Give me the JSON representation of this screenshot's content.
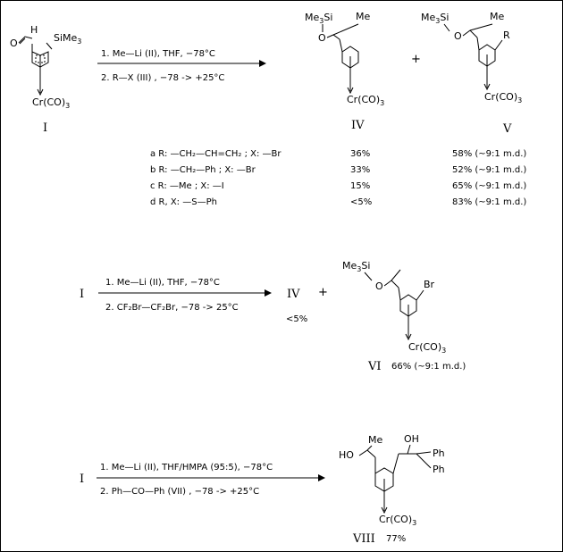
{
  "scheme1": {
    "start": {
      "roman": "I",
      "aldehyde_h": "H",
      "aldehyde_o": "O",
      "silyl": "SiMe",
      "silyl_sub": "3",
      "cr": "Cr(CO)",
      "cr_sub": "3"
    },
    "step1": "1. Me—Li  (II), THF,  −78°C",
    "step2": "2. R—X  (III) , −78 -> +25°C",
    "product_iv": {
      "roman": "IV",
      "silyl": "Me",
      "silyl_sub": "3",
      "silyl_si": "Si",
      "o": "O",
      "me": "Me",
      "cr": "Cr(CO)",
      "cr_sub": "3"
    },
    "plus": "+",
    "product_v": {
      "roman": "V",
      "silyl": "Me",
      "silyl_sub": "3",
      "silyl_si": "Si",
      "o": "O",
      "me": "Me",
      "r": "R",
      "cr": "Cr(CO)",
      "cr_sub": "3"
    },
    "rows": [
      {
        "label": "a R: —CH₂—CH=CH₂ ; X: —Br",
        "iv": "36%",
        "v": "58% (~9:1 m.d.)"
      },
      {
        "label": "b R: —CH₂—Ph ; X: —Br",
        "iv": "33%",
        "v": "52% (~9:1 m.d.)"
      },
      {
        "label": "c R: —Me ; X: —I",
        "iv": "15%",
        "v": "65% (~9:1 m.d.)"
      },
      {
        "label": "d R, X: —S—Ph",
        "iv": "<5%",
        "v": "83% (~9:1 m.d.)"
      }
    ]
  },
  "scheme2": {
    "start": "I",
    "step1": "1. Me—Li  (II), THF,  −78°C",
    "step2": "2. CF₂Br—CF₂Br,  −78 -> 25°C",
    "product": "IV",
    "product_yield": "<5%",
    "plus": "+",
    "product_vi": {
      "roman": "VI",
      "yield": "66% (~9:1 m.d.)",
      "silyl": "Me",
      "silyl_sub": "3",
      "silyl_si": "Si",
      "o": "O",
      "br": "Br",
      "cr": "Cr(CO)",
      "cr_sub": "3"
    }
  },
  "scheme3": {
    "start": "I",
    "step1": "1. Me—Li (II), THF/HMPA (95:5), −78°C",
    "step2": "2. Ph—CO—Ph  (VII) , −78 -> +25°C",
    "product_viii": {
      "roman": "VIII",
      "yield": "77%",
      "ho": "HO",
      "me": "Me",
      "oh": "OH",
      "ph1": "Ph",
      "ph2": "Ph",
      "cr": "Cr(CO)",
      "cr_sub": "3"
    }
  }
}
